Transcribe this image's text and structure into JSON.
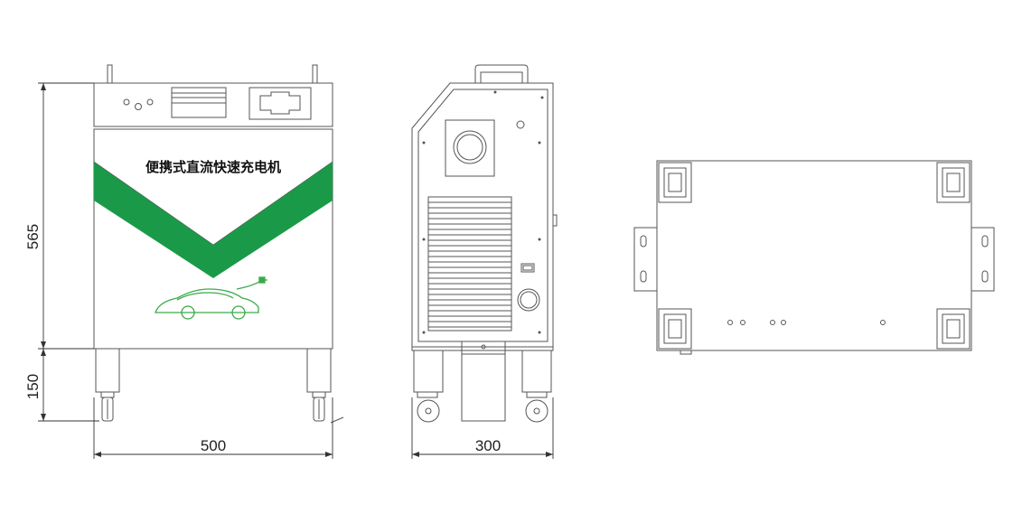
{
  "dimensions": {
    "height_body": "565",
    "height_wheels": "150",
    "width_front": "500",
    "depth_side": "300"
  },
  "front_panel": {
    "title": "便携式直流快速充电机",
    "stripe_color": "#1a9a48",
    "car_logo_color": "#3aaa4a"
  },
  "line_color": "#555555"
}
